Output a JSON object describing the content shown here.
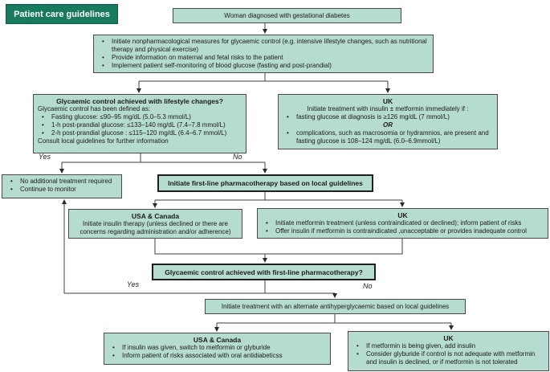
{
  "page_title": "Patient care guidelines",
  "colors": {
    "box_fill": "#b6dcd1",
    "header_bg": "#17795e",
    "line": "#3f3f3f"
  },
  "nodes": {
    "start": {
      "text": "Woman  diagnosed  with gestational diabetes"
    },
    "measures": {
      "bullets": [
        "Initiate  nonpharmacological measures for glycaemic control (e.g. intensive lifestyle changes, such as nutritional therapy and physical exercise)",
        "Provide information on maternal and fetal risks to the patient",
        "Implement patient self-monitoring of blood glucose (fasting and post-prandial)"
      ]
    },
    "lifestyle_question": {
      "title": "Glycaemic control achieved with lifestyle changes?",
      "intro": "Glycaemic  control has been  defined as:",
      "bullets": [
        "Fasting glucose: ≤90–95 mg/dL (5.0–5.3 mmol/L)",
        "1-h post-prandial glucose: ≤133–140 mg/dL (7.4–7.8 mmol/L)",
        "2-h post-prandial glucose : ≤115–120 mg/dL (6.4–6.7 mmol/L)"
      ],
      "footer": "Consult local guidelines for further information"
    },
    "uk_immediate": {
      "title": "UK",
      "intro": "Initiate  treatment with insulin ± metformin immediately  if :",
      "bullet1": "fasting glucose at diagnosis is ≥126 mg/dL (7 mmol/L)",
      "or_label": "OR",
      "bullet2": "complications, such as macrosomia or hydramnios, are present and fasting glucose is 108–124 mg/dL (6.0–6.9mmol/L)"
    },
    "no_treatment": {
      "bullets": [
        "No additional treatment required",
        "Continue to monitor"
      ]
    },
    "first_line": {
      "text": "Initiate first-line pharmacotherapy based on local guidelines"
    },
    "usa_insulin": {
      "title": "USA & Canada",
      "body": "Initiate insulin therapy  (unless declined or there are concerns regarding  administration and/or adherence)"
    },
    "uk_metformin": {
      "title": "UK",
      "bullets": [
        "Initiate metformin treatment (unless contraindicated or declined); inform patient of risks",
        "Offer insulin if metformin  is contraindicated ,unacceptable or provides inadequate control"
      ]
    },
    "firstline_question": {
      "text": "Glycaemic control achieved with first-line pharmacotherapy?"
    },
    "alternate": {
      "text": "Initiate treatment with an alternate antihyperglycaemic based on local guidelines"
    },
    "usa_switch": {
      "title": "USA & Canada",
      "bullets": [
        "If insulin was given, switch to metformin or glyburide",
        "Inform patient of risks associated with oral antidiabeticss"
      ]
    },
    "uk_add_insulin": {
      "title": "UK",
      "bullets": [
        "If metformin is  being  given, add insulin",
        "Consider glyburide  if control is not adequate with metformin and insulin is declined, or if metformin is not tolerated"
      ]
    }
  },
  "labels": {
    "yes1": "Yes",
    "no1": "No",
    "yes2": "Yes",
    "no2": "No"
  }
}
